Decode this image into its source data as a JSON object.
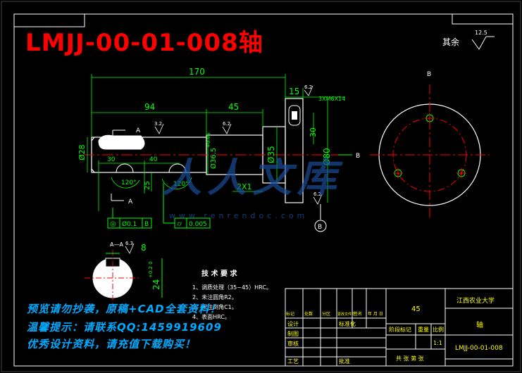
{
  "title": "LMJJ-00-01-008轴",
  "roughness_rest": {
    "label": "其余",
    "value": "12.5"
  },
  "dimensions": {
    "overall_length": "170",
    "length_94": "94",
    "length_45": "45",
    "length_15": "15",
    "len_30": "30",
    "len_40": "40",
    "dia_28": "Ø28",
    "dia_35": "Ø35",
    "dia_36_5": "Ø36.5",
    "dia_36_5_tol": "+0.05",
    "dia_80": "Ø80",
    "chamfer": "2X1",
    "h_25": "25",
    "h_30": "30",
    "hole_spec": "3XM6X14",
    "angle_120_a": "120°",
    "angle_120_b": "120°",
    "section_8": "8",
    "section_24": "24",
    "section_24_tol": "+0.2 0"
  },
  "roughness_marks": [
    "3.2",
    "6.2",
    "6.2",
    "6.2",
    "6.3"
  ],
  "section_labels": {
    "a1": "A",
    "a2": "A",
    "aa": "A—A",
    "b_top": "B",
    "b_right": "B",
    "b_circle": "B"
  },
  "tolerance_frames": [
    {
      "symbol": "◎",
      "value": "Ø0.1",
      "datum": "B"
    },
    {
      "symbol": "⌭",
      "value": "0.005",
      "datum": ""
    }
  ],
  "tech_requirements": {
    "heading": "技 术 要 求",
    "items": [
      "1、调质处理（35~45）HRC。",
      "2、未注圆角R2。",
      "3、未注倒角C1。",
      "4、表面HRC。"
    ]
  },
  "title_block": {
    "material": "45",
    "university": "江西农业大学",
    "part_name": "轴",
    "part_code": "LMJJ-00-01-008",
    "scale": "1:1",
    "scale_label": "比例",
    "weight_label": "重量",
    "stage_label": "阶段标记",
    "sheet_label": "共 张 第 张",
    "row_labels": [
      "标记",
      "处数",
      "分区",
      "更改文件号",
      "签名",
      "年 月 日"
    ],
    "designer": "设计",
    "standardize": "标准化",
    "checker": "审核",
    "process": "工艺",
    "approve": "批准",
    "drawn": "制图"
  },
  "watermark": {
    "text": "人人文库",
    "url": "www.renrendoc.com"
  },
  "promo_lines": [
    "预览请勿抄袭，原稿+CAD全套资料！",
    "温馨提示：请联系QQ:1459919609",
    "优秀设计资料，请充值下载购买！"
  ],
  "colors": {
    "background": "#000000",
    "outline": "#ffffff",
    "dimension": "#00ff00",
    "centerline": "#ff0000",
    "hatch": "#ffffff",
    "title": "#ff0000",
    "tech_text": "#ffffff",
    "title_block_text": "#ffff00",
    "promo": "#00aaff"
  }
}
